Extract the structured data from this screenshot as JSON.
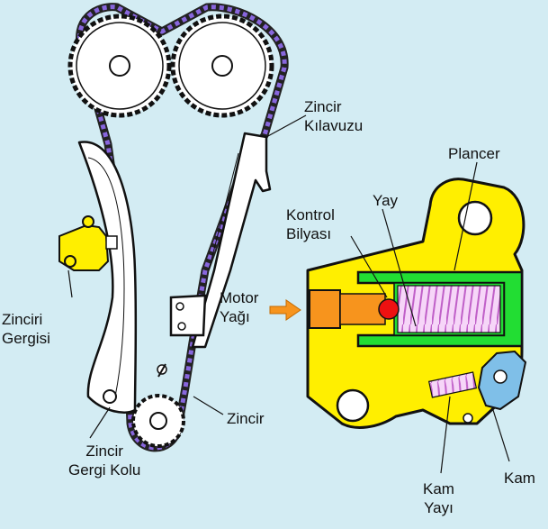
{
  "labels": {
    "zincir_kilavuzu": [
      "Zincir",
      "Kılavuzu"
    ],
    "plancer": "Plancer",
    "yay": "Yay",
    "kontrol_bilyasi": [
      "Kontrol",
      "Bilyası"
    ],
    "motor_yagi": [
      "Motor",
      "Yağı"
    ],
    "zinciri_gergisi": [
      "Zinciri",
      "Gergisi"
    ],
    "zincir": "Zincir",
    "zincir_gergi_kolu": [
      "Zincir",
      "Gergi Kolu"
    ],
    "kam_yayi": [
      "Kam",
      "Yayı"
    ],
    "kam": "Kam"
  },
  "colors": {
    "background": "#d3ecf3",
    "tensioner_body": "#ffef00",
    "plunger_housing": "#22dd33",
    "oil_passage": "#f7941d",
    "check_ball": "#ee1111",
    "spring": "#e8a0f0",
    "cam": "#7fbfe8",
    "chain": "#8866dd",
    "guide": "#ffffff",
    "outline": "#111111"
  }
}
